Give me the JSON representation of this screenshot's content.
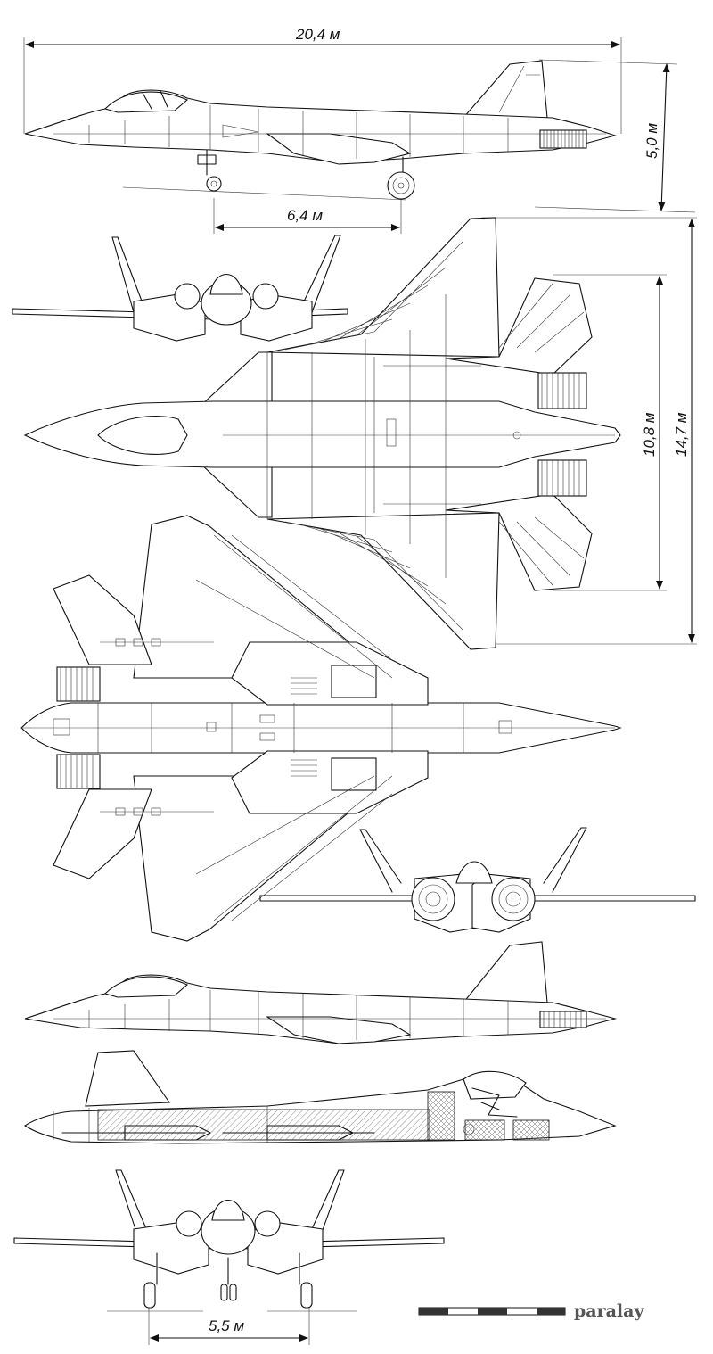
{
  "dimensions": {
    "length": "20,4 м",
    "height": "5,0 м",
    "wheelbase": "6,4 м",
    "wingspan": "10,8 м",
    "width": "14,7 м",
    "track": "5,5 м"
  },
  "watermark": "paralay",
  "colors": {
    "line": "#111111",
    "background": "#ffffff",
    "watermark": "#555555"
  }
}
